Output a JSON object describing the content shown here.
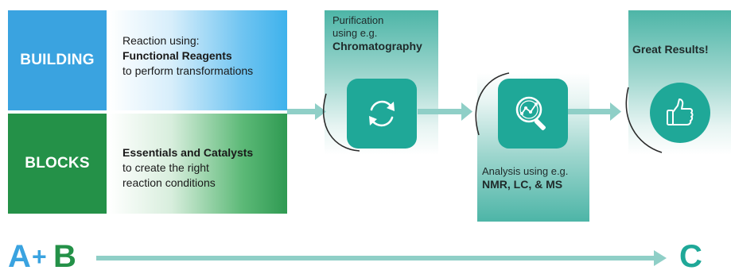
{
  "left": {
    "building_label": "BUILDING",
    "blocks_label": "BLOCKS",
    "reagents": {
      "line1": "Reaction using:",
      "line2": "Functional Reagents",
      "line3": "to perform transformations"
    },
    "catalysts": {
      "line1": "Essentials and Catalysts",
      "line2": "to create the right",
      "line3": "reaction conditions"
    }
  },
  "stages": {
    "purification": {
      "line1": "Purification",
      "line2": "using e.g.",
      "line3": "Chromatography",
      "icon": "refresh-cycle-icon"
    },
    "analysis": {
      "line1": "Analysis using e.g.",
      "line2": "NMR, LC, & MS",
      "icon": "magnifier-analysis-icon"
    },
    "results": {
      "line1": "Great Results!",
      "icon": "thumbs-up-icon"
    }
  },
  "bottom": {
    "a": "A",
    "plus": "+",
    "b": "B",
    "c": "C"
  },
  "colors": {
    "blue": "#3aa3e0",
    "green": "#249148",
    "teal": "#1fa898",
    "arrow": "#8fcfc7"
  }
}
